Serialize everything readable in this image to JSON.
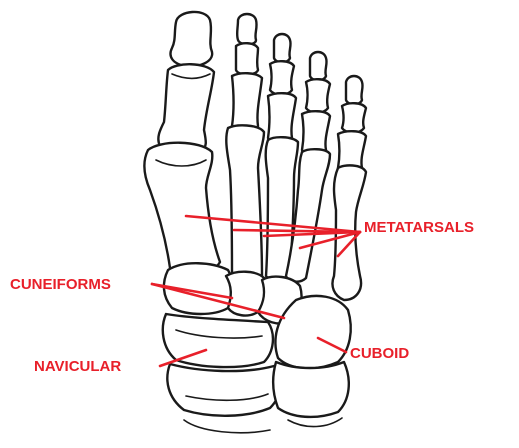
{
  "labels": {
    "metatarsals": "METATARSALS",
    "cuneiforms": "CUNEIFORMS",
    "navicular": "NAVICULAR",
    "cuboid": "CUBOID"
  },
  "colors": {
    "label": "#e8202a",
    "outline": "#1a1a1a",
    "background": "#ffffff"
  }
}
